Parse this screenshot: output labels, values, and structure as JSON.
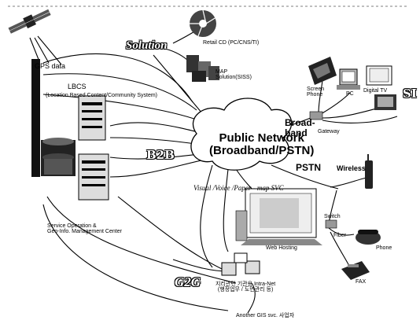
{
  "labels": {
    "solution": "Solution",
    "retail_cd": "Retail CD (PC/CNS/TI)",
    "map_solution": "MAP\nSolution(SISS)",
    "gps_data": "GPS data",
    "lbcs": "LBCS",
    "lbcs_full": "(Location Based Content/Community System)",
    "screen_phone": "Screen\nPhone",
    "pc": "PC",
    "digital_tv": "Digital TV",
    "partial_si": "SI",
    "broadband": "Broad-\nband",
    "gateway": "Gateway",
    "public_network": "Public Network\n(Broadband/PSTN)",
    "b2b": "B2B",
    "pstn": "PSTN",
    "wireless": "Wireless",
    "visual_voice": "Visual /Voice /Paper - map SVC",
    "service_center": "Service Operation &\nGeo-Info. Management Center",
    "switch": "Switch",
    "fiber": "Fiber",
    "phone": "Phone",
    "web_hosting": "Web Hosting",
    "fax": "FAX",
    "intranet": "지리관련 기관용 Intra-Net\n(행정업무 / 도면관리 등)",
    "gis_co": "G2G",
    "another_gis": "Another GIS svc. 사업자"
  },
  "colors": {
    "line": "#000000",
    "cloud_fill": "#ffffff",
    "device_dark": "#2a2a2a",
    "device_mid": "#7a7a7a",
    "device_light": "#c8c8c8"
  }
}
